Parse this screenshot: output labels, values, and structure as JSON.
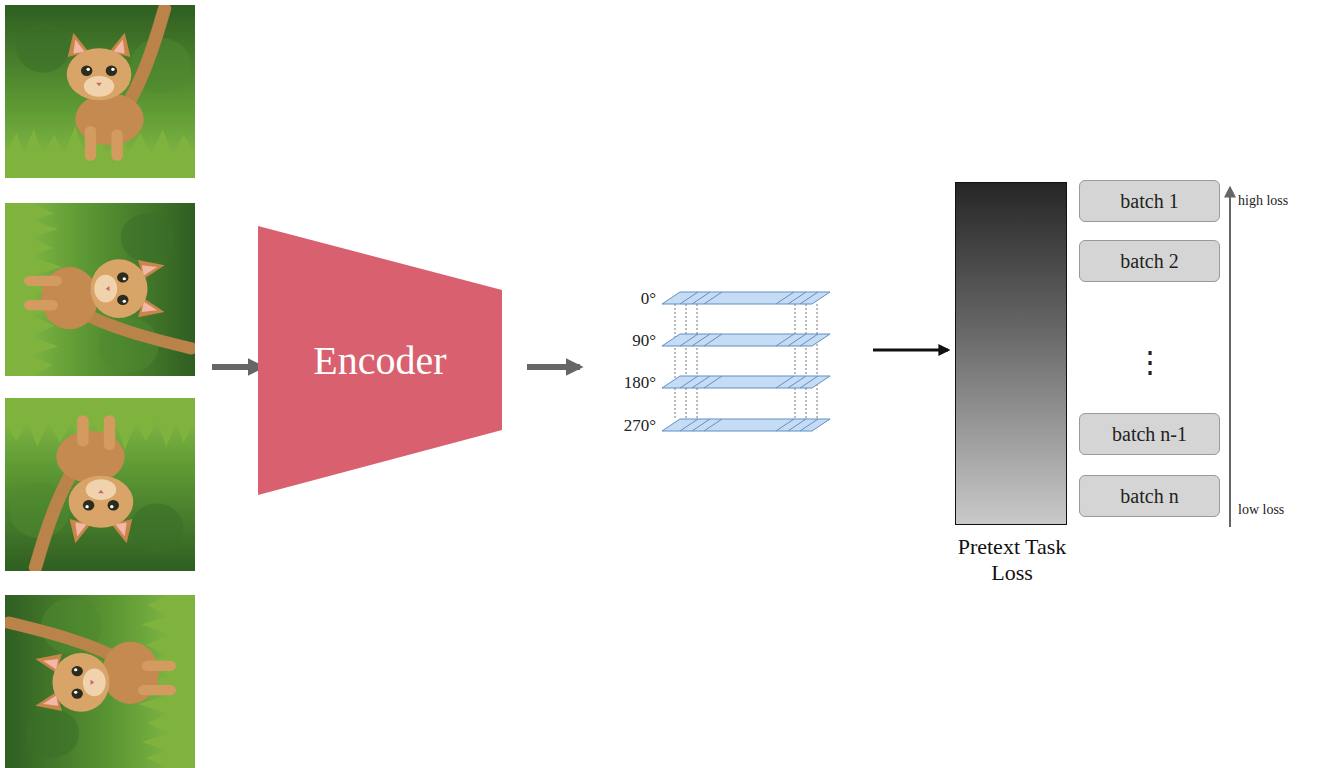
{
  "diagram": {
    "nodes": [
      {
        "text": [
          "Encoder"
        ]
      },
      {
        "text": [
          "Pretext Task Loss"
        ]
      },
      {
        "text": [
          "batch 1"
        ]
      },
      {
        "text": [
          "batch 2"
        ]
      },
      {
        "text": [
          "batch n-1"
        ]
      },
      {
        "text": [
          "batch n"
        ]
      }
    ],
    "labels": [
      "0°",
      "90°",
      "180°",
      "270°",
      "⋮",
      "high loss",
      "low loss"
    ]
  }
}
